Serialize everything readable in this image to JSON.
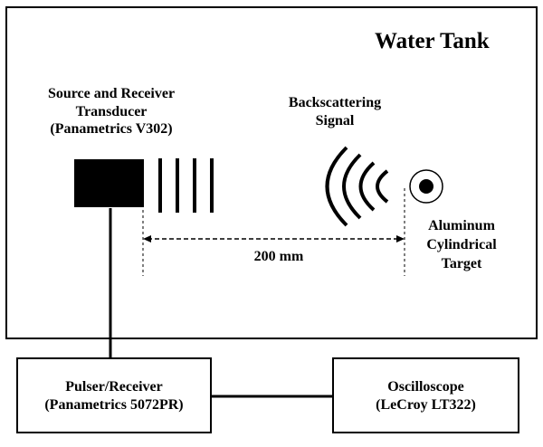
{
  "water_tank": {
    "label": "Water Tank"
  },
  "transducer": {
    "lines": [
      "Source and Receiver",
      "Transducer",
      "(Panametrics V302)"
    ]
  },
  "backscatter": {
    "lines": [
      "Backscattering",
      "Signal"
    ]
  },
  "distance": {
    "label": "200 mm"
  },
  "target": {
    "lines": [
      "Aluminum",
      "Cylindrical",
      "Target"
    ]
  },
  "pulser": {
    "lines": [
      "Pulser/Receiver",
      "(Panametrics 5072PR)"
    ]
  },
  "oscilloscope": {
    "lines": [
      "Oscilloscope",
      "(LeCroy LT322)"
    ]
  }
}
